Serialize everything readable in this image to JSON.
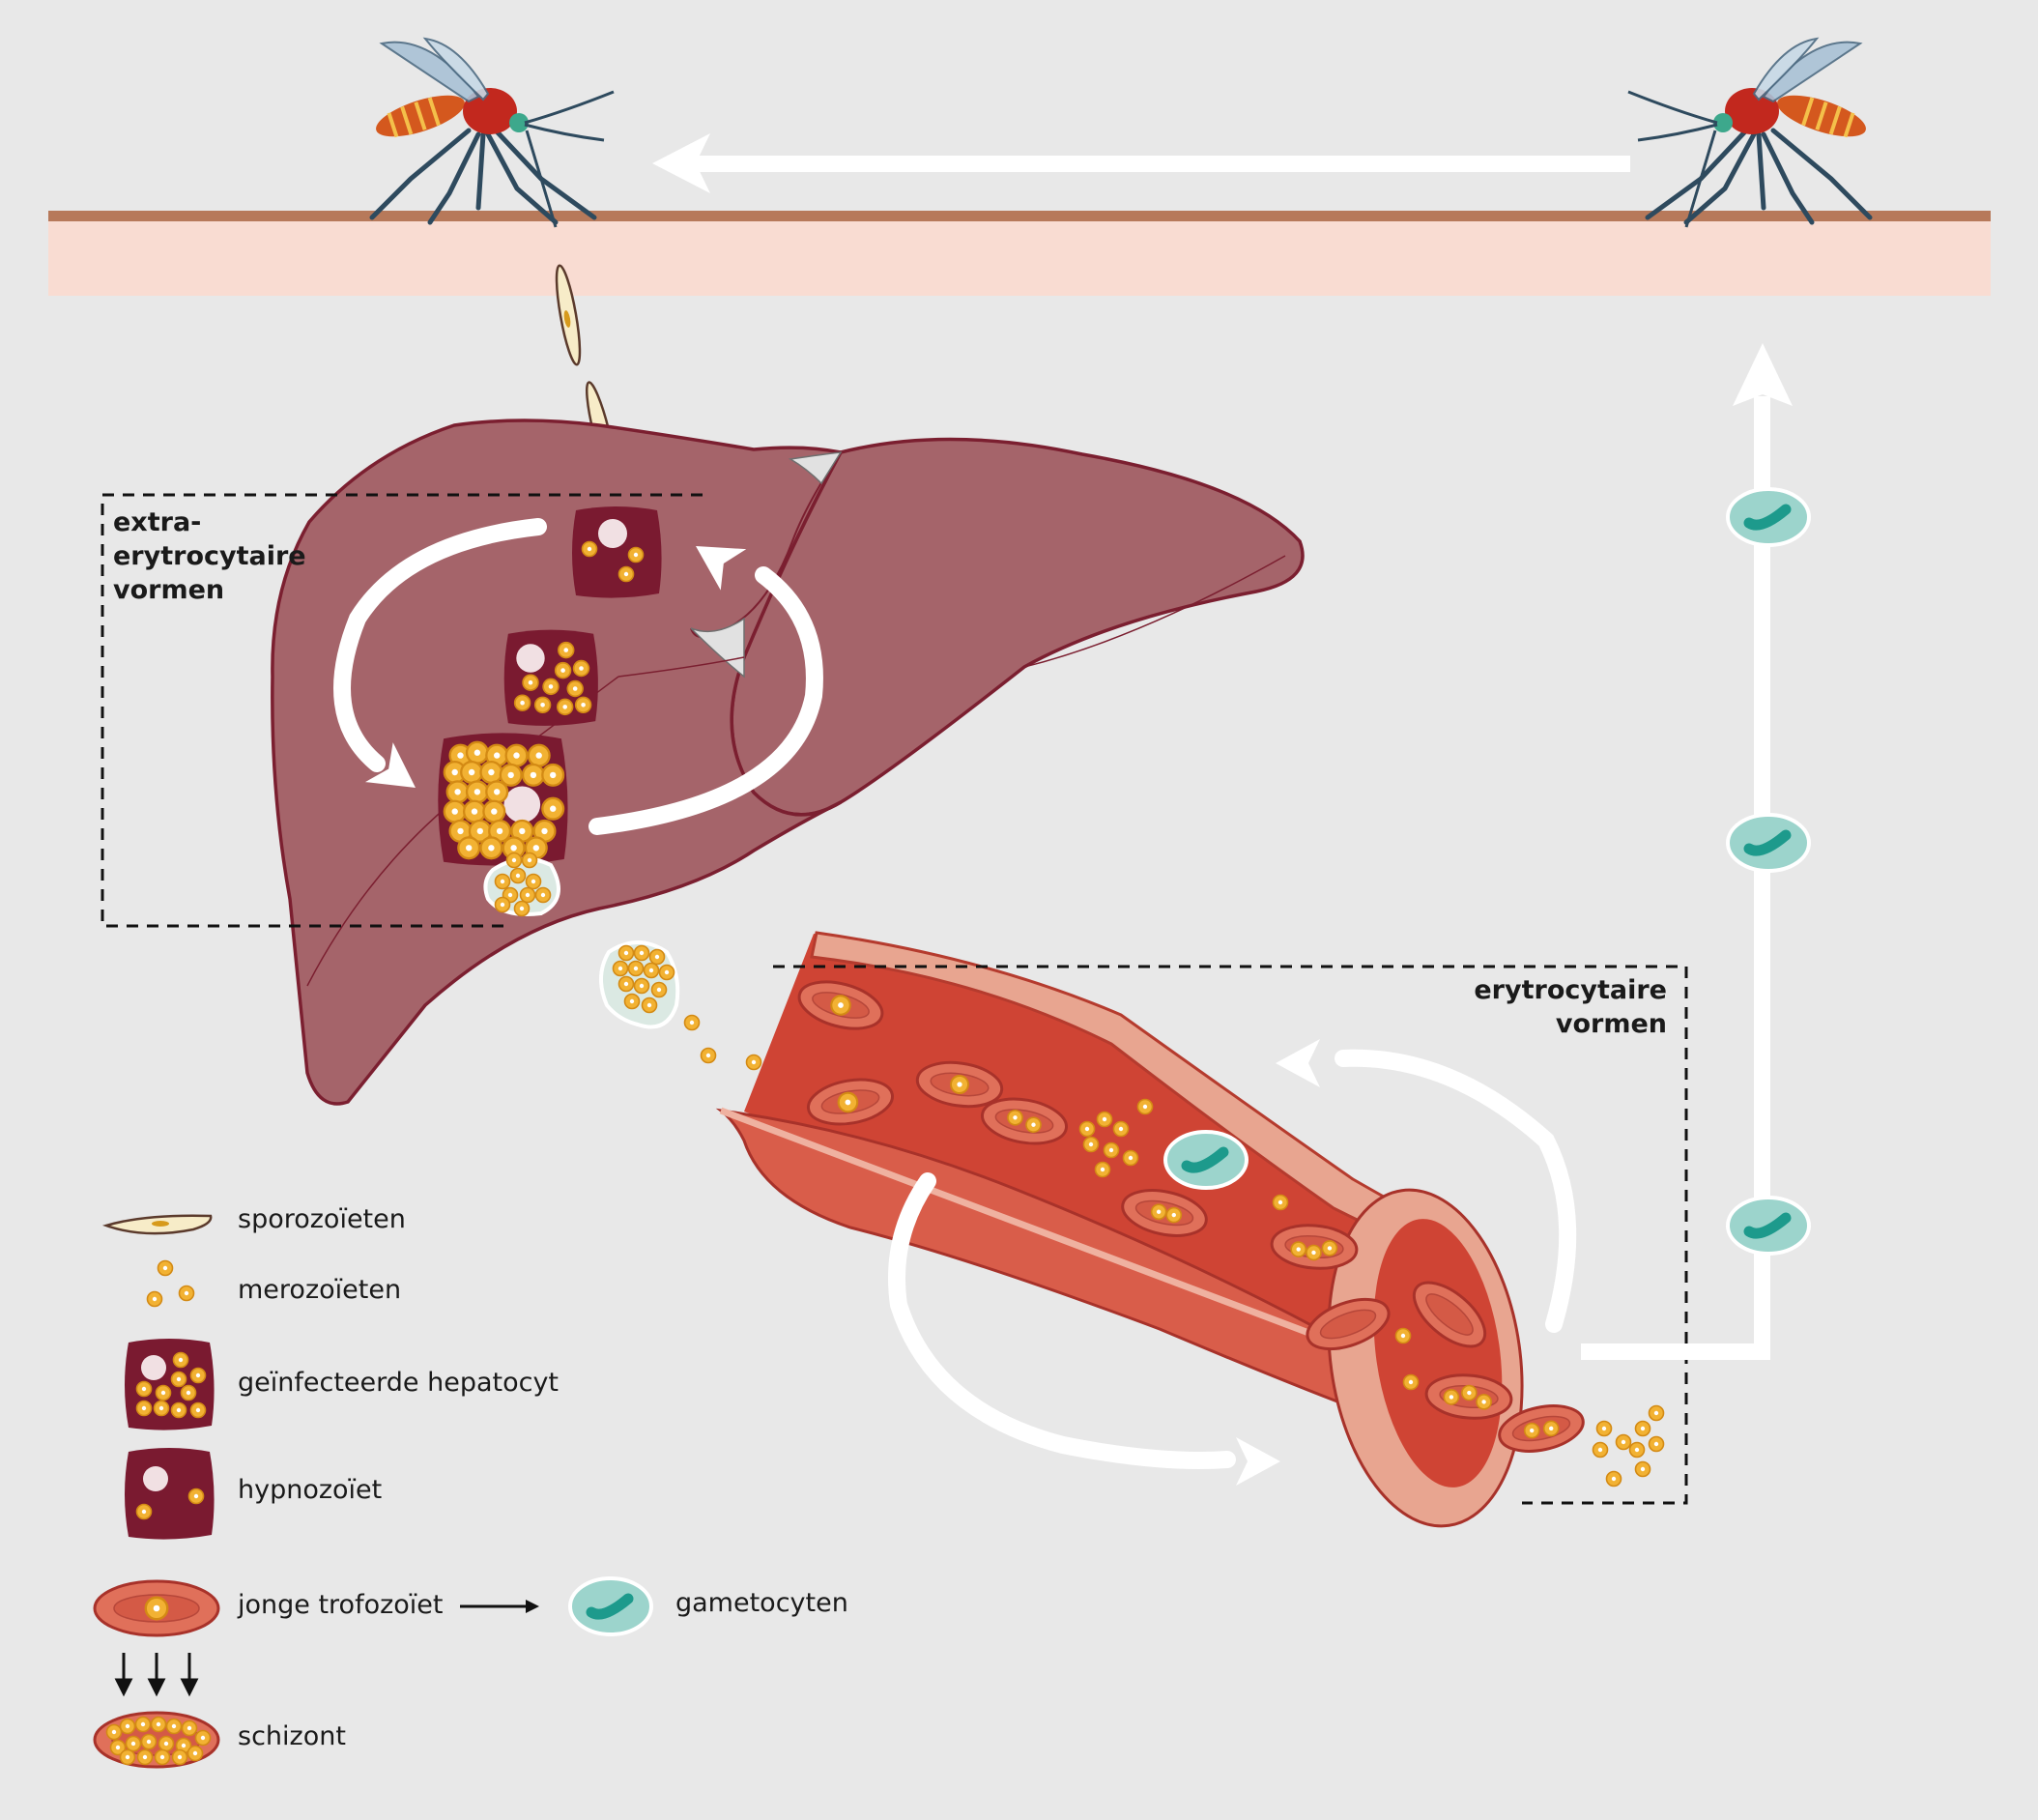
{
  "regions": {
    "liver_box": {
      "line1": "extra-",
      "line2": "erytrocytaire",
      "line3": "vormen"
    },
    "blood_box": {
      "line1": "erytrocytaire",
      "line2": "vormen"
    }
  },
  "legend": {
    "sporozoites": "sporozoïeten",
    "merozoites": "merozoïeten",
    "infected_hepatocyte": "geïnfecteerde hepatocyt",
    "hypnozoite": "hypnozoïet",
    "young_trophozoite": "jonge trofozoïet",
    "gametocytes": "gametocyten",
    "schizont": "schizont"
  },
  "icons": [
    "mosquito-icon",
    "sporozoite-icon",
    "merozoite-icon",
    "hepatocyte-icon",
    "hypnozoite-icon",
    "trophozoite-icon",
    "gametocyte-icon",
    "schizont-icon",
    "liver-icon",
    "blood-vessel-icon"
  ],
  "colors": {
    "background": "#e8e8e8",
    "skin": "#f9dcd2",
    "skin_line": "#b7795a",
    "liver": "#a5646a",
    "liver_outline": "#7b1f30",
    "hepatocyte": "#7a1a30",
    "merozoite": "#f2b233",
    "gametocyte": "#9cd4cc",
    "gametocyte_core": "#1d9a8c",
    "vessel": "#d65c48",
    "erythrocyte": "#e0705a"
  }
}
